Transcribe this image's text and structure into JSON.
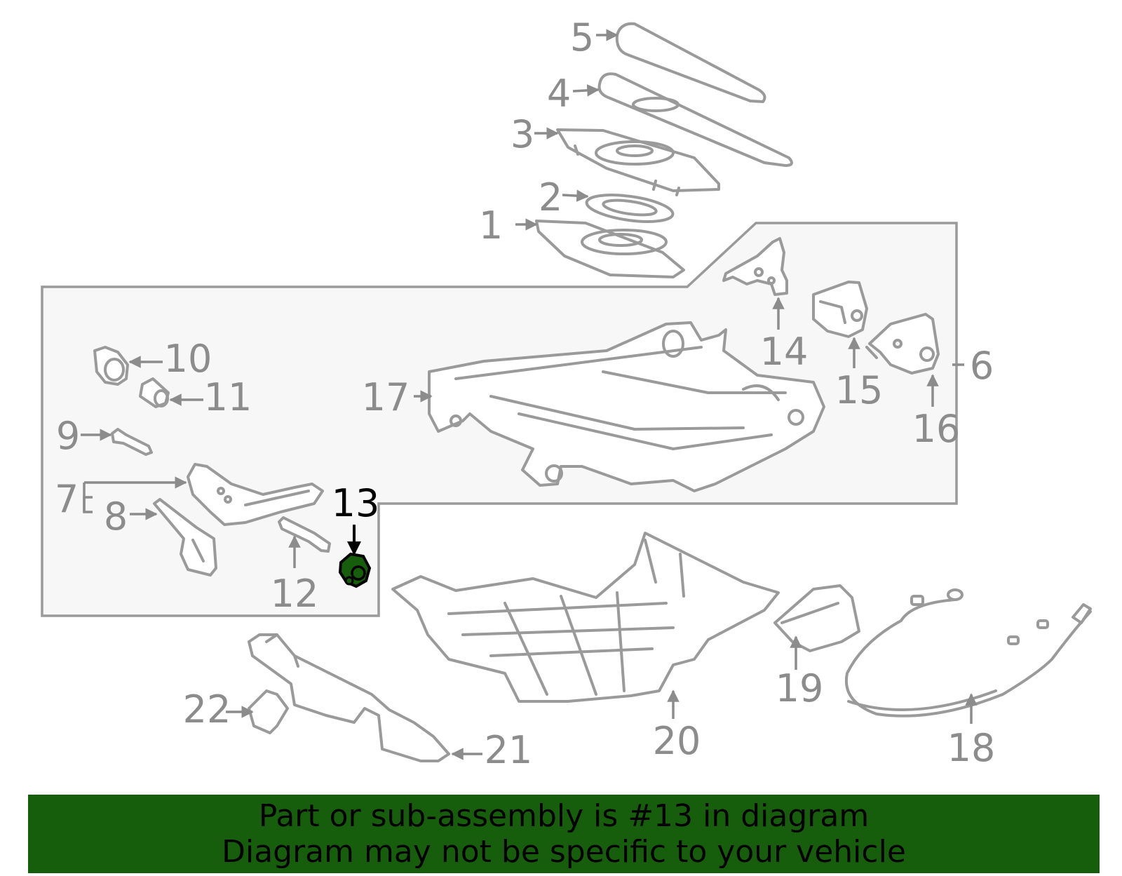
{
  "diagram": {
    "highlighted_part": "13",
    "highlight_color": "#175e0c",
    "callouts": [
      "1",
      "2",
      "3",
      "4",
      "5",
      "6",
      "7",
      "8",
      "9",
      "10",
      "11",
      "12",
      "13",
      "14",
      "15",
      "16",
      "17",
      "18",
      "19",
      "20",
      "21",
      "22"
    ]
  },
  "banner": {
    "line1": "Part or sub-assembly is #13 in diagram",
    "line2": "Diagram may not be specific to your vehicle",
    "background_color": "#175e0c"
  }
}
